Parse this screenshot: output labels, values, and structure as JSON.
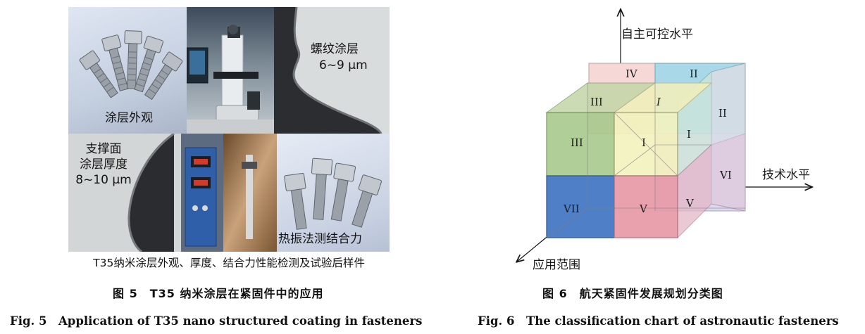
{
  "fig5": {
    "panels": {
      "appearance_label": "涂层外观",
      "thread_label_1": "螺纹涂层",
      "thread_label_2": "6~9 μm",
      "support_label_1": "支撑面",
      "support_label_2": "涂层厚度",
      "support_label_3": "8~10 μm",
      "bond_label": "热振法测结合力"
    },
    "subcaption": "T35纳米涂层外观、厚度、结合力性能检测及试验后样件",
    "caption_zh": "图 5　T35 纳米涂层在紧固件中的应用",
    "caption_en": "Fig. 5　Application of T35 nano structured coating in fasteners"
  },
  "fig6": {
    "axes": {
      "vertical": "自主可控水平",
      "horizontal": "技术水平",
      "diagonal": "应用范围"
    },
    "cells": {
      "front_top_left": "III",
      "front_top_right": "I",
      "front_bottom_left": "VII",
      "front_bottom_right": "V",
      "top_back_left": "IV",
      "top_back_right": "II",
      "top_front_left": "III",
      "top_front_right": "I",
      "right_top_front": "I",
      "right_top_back": "II",
      "right_bottom_front": "V",
      "right_bottom_back": "VI"
    },
    "colors": {
      "I": "#f3f2bf",
      "II": "#a9d9e8",
      "III": "#a8c98c",
      "IV": "#f6d9d6",
      "V": "#e89aa8",
      "VI": "#ddd8ee",
      "VII": "#4f7fc6"
    },
    "caption_zh": "图 6　航天紧固件发展规划分类图",
    "caption_en": "Fig. 6　The classification chart of astronautic fasteners"
  }
}
